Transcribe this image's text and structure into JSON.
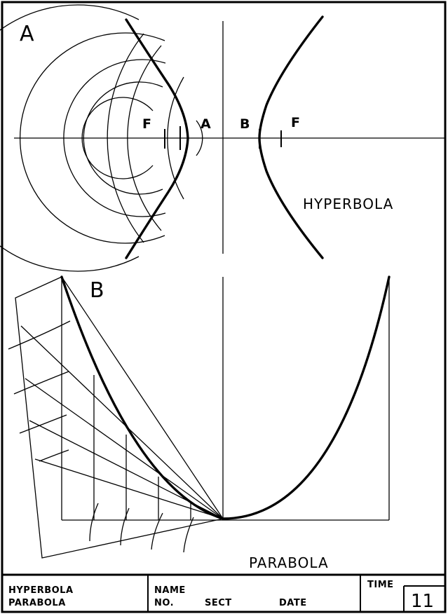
{
  "figure_a": {
    "letter": "A",
    "label_f_left": "F",
    "label_a": "A",
    "label_b": "B",
    "label_f_right": "F",
    "caption": "HYPERBOLA"
  },
  "figure_b": {
    "letter": "B",
    "caption": "PARABOLA"
  },
  "title_block": {
    "title_line1": "HYPERBOLA",
    "title_line2": "PARABOLA",
    "name_label": "NAME",
    "no_label": "NO.",
    "sect_label": "SECT",
    "date_label": "DATE",
    "time_label": "TIME",
    "sheet_number": "11"
  }
}
